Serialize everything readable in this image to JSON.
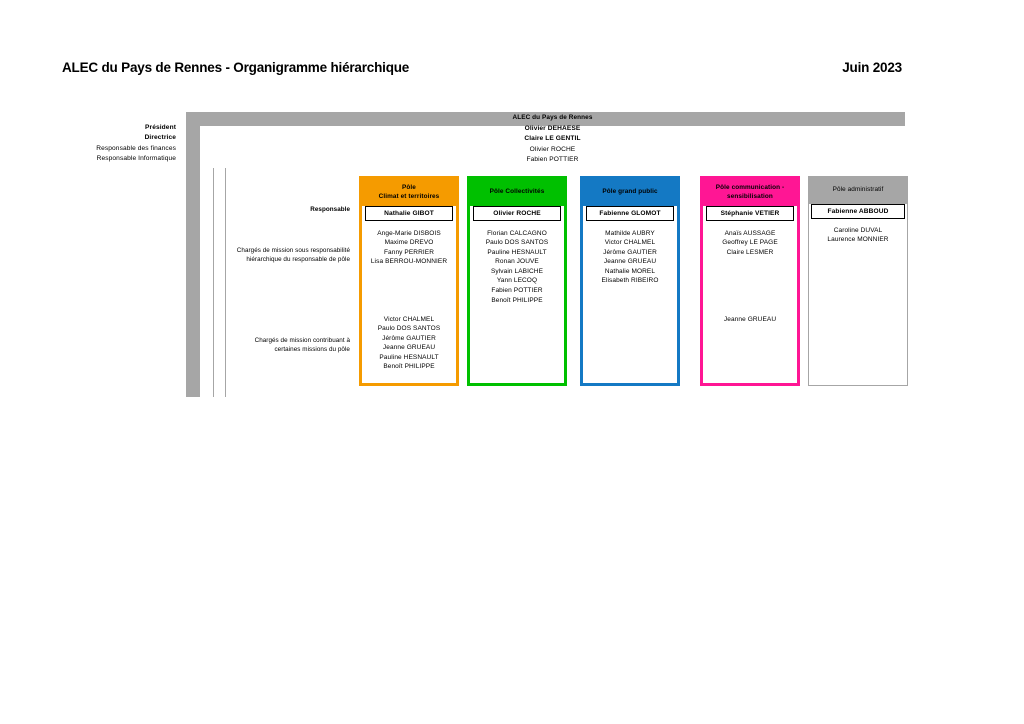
{
  "document": {
    "title": "ALEC du Pays de Rennes - Organigramme hiérarchique",
    "date": "Juin 2023"
  },
  "colors": {
    "climat": "#f59b00",
    "collectivites": "#00c000",
    "grand_public": "#1479c4",
    "communication": "#ff1694",
    "administratif": "#a6a6a6",
    "frame_gray": "#a6a6a6"
  },
  "direction": {
    "banner_label": "ALEC du Pays de Rennes",
    "role_labels": [
      {
        "label": "Président",
        "bold": true
      },
      {
        "label": "Directrice",
        "bold": true
      },
      {
        "label": "Responsable des finances",
        "bold": false
      },
      {
        "label": "Responsable Informatique",
        "bold": false
      }
    ],
    "names": [
      {
        "name": "Olivier DEHAESE",
        "bold": true
      },
      {
        "name": "Claire LE GENTIL",
        "bold": true
      },
      {
        "name": "Olivier ROCHE",
        "bold": false
      },
      {
        "name": "Fabien POTTIER",
        "bold": false
      }
    ]
  },
  "row_labels": {
    "responsable": "Responsable",
    "hierarchique": "Chargés de mission sous responsabilité hiérarchique du responsable de pôle",
    "contributeur": "Chargés de mission contribuant à certaines missions du pôle"
  },
  "poles": [
    {
      "id": "climat",
      "header": "Pôle\nClimat et territoires",
      "header_line1": "Pôle",
      "header_line2": "Climat et territoires",
      "responsable": "Nathalie GIBOT",
      "hierarchique": [
        "Ange-Marie DISBOIS",
        "Maxime DREVO",
        "Fanny PERRIER",
        "Lisa BERROU-MONNIER"
      ],
      "contributeurs": [
        "Victor CHALMEL",
        "Paulo DOS SANTOS",
        "Jérôme GAUTIER",
        "Jeanne GRUEAU",
        "Pauline HESNAULT",
        "Benoît PHILIPPE"
      ]
    },
    {
      "id": "collectivites",
      "header_line1": "Pôle Collectivités",
      "header_line2": "",
      "responsable": "Olivier ROCHE",
      "hierarchique": [
        "Florian CALCAGNO",
        "Paulo DOS SANTOS",
        "Pauline HESNAULT",
        "Ronan JOUVE",
        "Sylvain LABICHE",
        "Yann LECOQ",
        "Fabien POTTIER",
        "Benoît PHILIPPE"
      ],
      "contributeurs": []
    },
    {
      "id": "grand_public",
      "header_line1": "Pôle grand public",
      "header_line2": "",
      "responsable": "Fabienne GLOMOT",
      "hierarchique": [
        "Mathilde AUBRY",
        "Victor CHALMEL",
        "Jérôme GAUTIER",
        "Jeanne GRUEAU",
        "Nathalie MOREL",
        "Elisabeth RIBEIRO"
      ],
      "contributeurs": []
    },
    {
      "id": "communication",
      "header_line1": "Pôle communication -",
      "header_line2": "sensibilisation",
      "responsable": "Stéphanie VETIER",
      "hierarchique": [
        "Anaïs AUSSAGE",
        "Geoffrey LE PAGE",
        "Claire LESMER"
      ],
      "contributeurs": [
        "Jeanne GRUEAU"
      ]
    },
    {
      "id": "administratif",
      "header_line1": "Pôle administratif",
      "header_line2": "",
      "responsable": "Fabienne ABBOUD",
      "hierarchique": [
        "Caroline DUVAL",
        "Laurence MONNIER"
      ],
      "contributeurs": []
    }
  ]
}
